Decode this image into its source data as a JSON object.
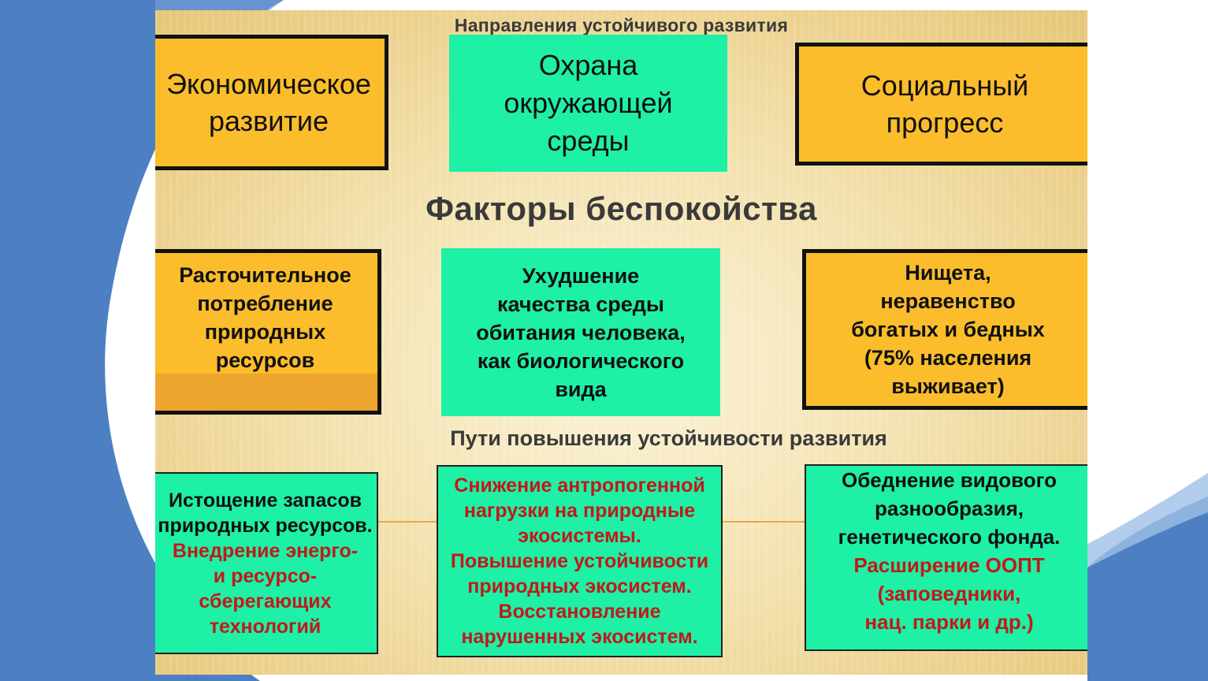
{
  "headings": {
    "directions": "Направления устойчивого развития",
    "factors": "Факторы беспокойства",
    "paths": "Пути повышения устойчивости развития"
  },
  "directions": [
    {
      "lines": [
        "Экономическое",
        "развитие"
      ]
    },
    {
      "lines": [
        "Охрана",
        "окружающей",
        "среды"
      ]
    },
    {
      "lines": [
        "Социальный",
        "прогресс"
      ]
    }
  ],
  "factors": [
    {
      "lines": [
        "Расточительное",
        "потребление",
        "природных",
        "ресурсов"
      ]
    },
    {
      "lines": [
        "Ухудшение",
        "качества среды",
        "обитания человека,",
        "как биологического",
        "вида"
      ]
    },
    {
      "lines": [
        "Нищета,",
        "неравенство",
        "богатых и бедных",
        "(75% населения",
        "выживает)"
      ]
    }
  ],
  "paths": [
    {
      "problem": [
        "Истощение запасов",
        "природных ресурсов."
      ],
      "solution": [
        "Внедрение энерго-",
        "и ресурсо-",
        "сберегающих",
        "технологий"
      ]
    },
    {
      "problem": [],
      "solution": [
        "Снижение антропогенной",
        "нагрузки на природные",
        "экосистемы.",
        "Повышение устойчивости",
        "природных экосистем.",
        "Восстановление",
        "нарушенных экосистем."
      ]
    },
    {
      "problem": [
        "Обеднение видового",
        "разнообразия,",
        "генетического фонда."
      ],
      "solution": [
        "Расширение ООПТ",
        "(заповедники,",
        "нац. парки и др.)"
      ]
    }
  ],
  "colors": {
    "yellow_box": "#fbbd2c",
    "green_box": "#1ef0a6",
    "red_text": "#c01a1a",
    "slide_blue": "#4a7fc1"
  }
}
